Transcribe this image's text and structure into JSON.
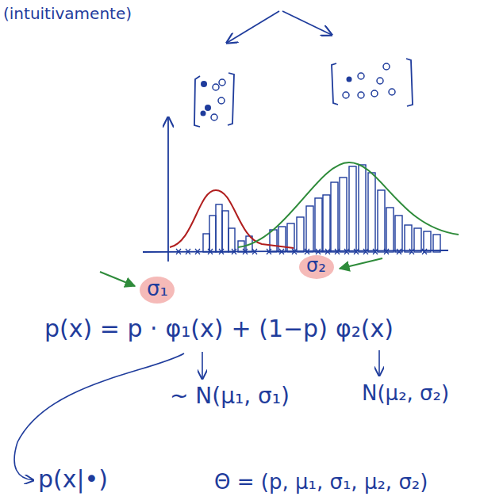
{
  "diagram": {
    "labels": [
      "(intuitivamente)",
      "σ₁",
      "σ₂",
      "p(x) = p ·",
      "φ₁(x)",
      "+ (1−p)",
      "φ₂(x)",
      "~ N(μ₁, σ₁)",
      "N(μ₂, σ₂)",
      "p(x|•)",
      "Θ = (p, μ₁, σ₁, μ₂, σ₂)"
    ]
  }
}
